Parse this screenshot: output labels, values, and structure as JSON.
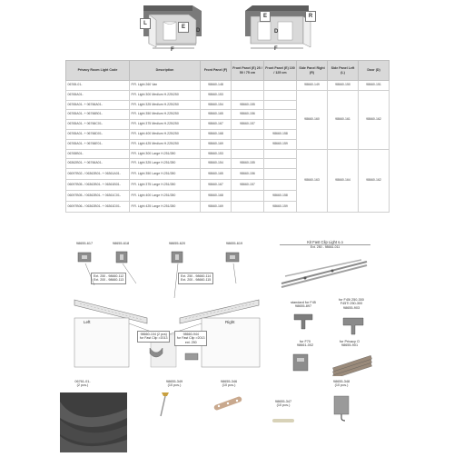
{
  "diagrams": {
    "left": {
      "labels": {
        "l": "L",
        "e": "E",
        "d": "D",
        "f": "F"
      }
    },
    "right": {
      "labels": {
        "e": "E",
        "r": "R",
        "d": "D",
        "f": "F"
      }
    }
  },
  "table": {
    "headers": [
      "Privacy Room Light Code",
      "Description",
      "Front Panel (F)",
      "Front Panel (E) 25 / 50 / 75 cm",
      "Front Panel (E) 100 / 125 cm",
      "Side Panel Right (R)",
      "Side Panel Left (L)",
      "Door (D)"
    ],
    "rows": [
      {
        "code": "06765-01-",
        "desc": "P.R. Light 260 Van",
        "f": "98660-148",
        "e1": "",
        "e2": ""
      },
      {
        "code": "06765A01-",
        "desc": "P.R. Light 300 Medium H.225/250",
        "f": "98660-153",
        "e1": "",
        "e2": ""
      },
      {
        "code": "06765A01- + 06766A01-",
        "desc": "P.R. Light 325 Medium H.225/250",
        "f": "98660-154",
        "e1": "98660-155",
        "e2": ""
      },
      {
        "code": "06765A01- + 06766B01-",
        "desc": "P.R. Light 350 Medium H.225/250",
        "f": "98660-165",
        "e1": "98660-156",
        "e2": ""
      },
      {
        "code": "06765A01- + 06766C01-",
        "desc": "P.R. Light 375 Medium H.225/250",
        "f": "98660-167",
        "e1": "98660-157",
        "e2": ""
      },
      {
        "code": "06765A01- + 06766D01-",
        "desc": "P.R. Light 400 Medium H.225/250",
        "f": "98660-168",
        "e1": "",
        "e2": "98660-158"
      },
      {
        "code": "06765A01- + 06766E01-",
        "desc": "P.R. Light 425 Medium H.225/250",
        "f": "98660-169",
        "e1": "",
        "e2": "98660-159"
      },
      {
        "code": "06765B01-",
        "desc": "P.R. Light 300 Large H.251/280",
        "f": "98660-153",
        "e1": "",
        "e2": ""
      },
      {
        "code": "06362B01- + 06766A01-",
        "desc": "P.R. Light 325 Large H.251/280",
        "f": "98660-154",
        "e1": "98660-155",
        "e2": ""
      },
      {
        "code": "06097B02- / 06362B01- + 06361A01-",
        "desc": "P.R. Light 350 Large H.251/280",
        "f": "98660-165",
        "e1": "98660-156",
        "e2": ""
      },
      {
        "code": "06097B05- / 06362B01- + 06361B01-",
        "desc": "P.R. Light 375 Large H.251/280",
        "f": "98660-167",
        "e1": "98660-157",
        "e2": ""
      },
      {
        "code": "06097B05- / 06362B01- + 06361C01-",
        "desc": "P.R. Light 400 Large H.251/280",
        "f": "98660-168",
        "e1": "",
        "e2": "98660-158"
      },
      {
        "code": "06097B06- / 06362B01- + 06361D01-",
        "desc": "P.R. Light 425 Large H.251/280",
        "f": "98660-169",
        "e1": "",
        "e2": "98660-159"
      }
    ],
    "group_medium": {
      "side_right": "98660-149",
      "side_left": "98660-150",
      "door_top": "98660-151",
      "side_right2": "98660-160",
      "side_left2": "98660-161",
      "door2": "98660-162"
    },
    "group_large": {
      "side_right": "98660-163",
      "side_left": "98660-164",
      "door": "98660-162"
    }
  },
  "parts": {
    "p617": "98655-617",
    "p618": "98655-618",
    "p620": "98655-620",
    "p619": "98655-619",
    "ext_left": [
      "Ext. 250 - 98660-112",
      "Ext. 200 - 98660-113"
    ],
    "ext_right": [
      "Ext. 250 - 98660-114",
      "Ext. 200 - 98660-115"
    ],
    "left_label": "Left",
    "right_label": "Right",
    "clip_left": [
      "98660-104 (2 pcs)",
      "for Fast Clip >2013"
    ],
    "clip_right": [
      "98660-944",
      "for Fast Clip >2013",
      "ext. 250"
    ]
  },
  "kit": {
    "title": "Kit Fast Clip Light s.o",
    "code": "Ext. 250 - 98661-011"
  },
  "accessories": {
    "std_f45": [
      "standard for F45",
      "98655-897"
    ],
    "f45_series": [
      "for F45i 250-300",
      "F45Ti 250-300",
      "98655-903"
    ],
    "f70": [
      "for F70",
      "98661-002"
    ],
    "privacy": [
      "for Privacy O",
      "98655-901"
    ]
  },
  "bottom": {
    "roll": [
      "06761-01-",
      "(2 pcs.)"
    ],
    "peg": [
      "98655-349",
      "(10 pcs.)"
    ],
    "strap": [
      "98655-346",
      "(10 pcs.)"
    ],
    "cord": [
      "98655-347",
      "(10 pcs.)"
    ],
    "hook": [
      "98655-348",
      "(10 pcs.)"
    ]
  }
}
